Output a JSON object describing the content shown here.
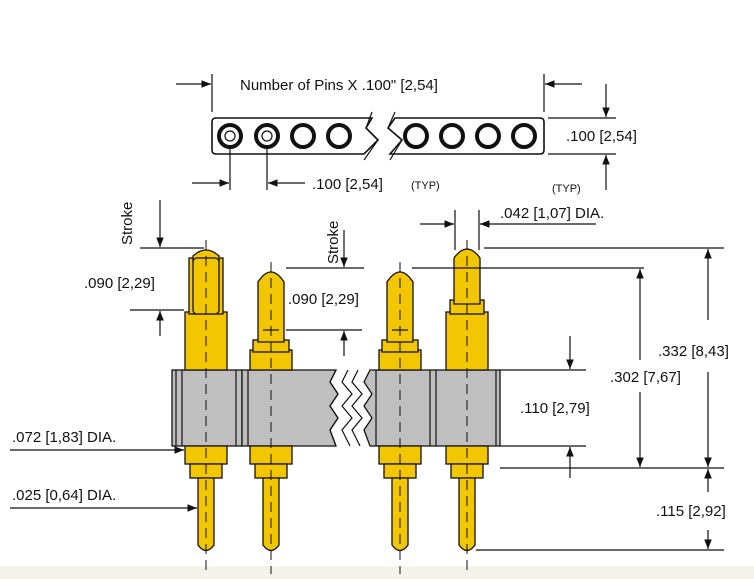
{
  "labels": {
    "top_span": "Number of Pins X .100\" [2,54]",
    "strip_height": ".100 [2,54]",
    "pitch": ".100 [2,54]",
    "pitch_typ": "(TYP)",
    "tip_dia_typ": "(TYP)",
    "tip_dia": ".042 [1,07] DIA.",
    "stroke_left": "Stroke",
    "stroke_right": "Stroke",
    "stroke_left_dim": ".090 [2,29]",
    "stroke_right_dim": ".090 [2,29]",
    "overall_height": ".332 [8,43]",
    "body_to_top": ".302 [7,67]",
    "body_height": ".110 [2,79]",
    "body_dia": ".072 [1,83] DIA.",
    "tail_dia": ".025 [0,64] DIA.",
    "tail_length": ".115 [2,92]"
  },
  "colors": {
    "pin_gold": "#f2c600",
    "insulator_gray": "#bfbfbf",
    "background": "#ffffff"
  }
}
